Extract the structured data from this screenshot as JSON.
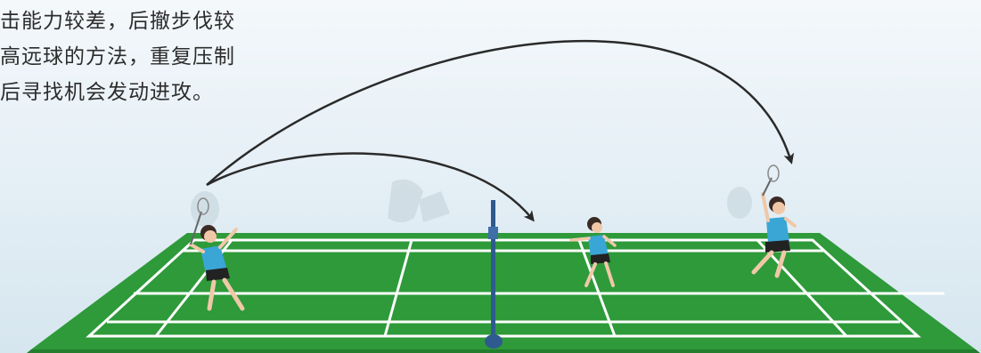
{
  "caption": {
    "lines": [
      "击能力较差，后撤步伐较",
      "高远球的方法，重复压制",
      "后寻找机会发动进攻。"
    ]
  },
  "colors": {
    "court": "#2e9a3a",
    "court_dark": "#237e2e",
    "court_lines": "#ffffff",
    "trajectory": "#2a2a2a",
    "jersey": "#3aa6d6",
    "shorts": "#222222",
    "net_post": "#2f5a8f"
  },
  "icons": [
    "shuttlecock-trajectory-arrow",
    "badminton-player",
    "badminton-net"
  ]
}
